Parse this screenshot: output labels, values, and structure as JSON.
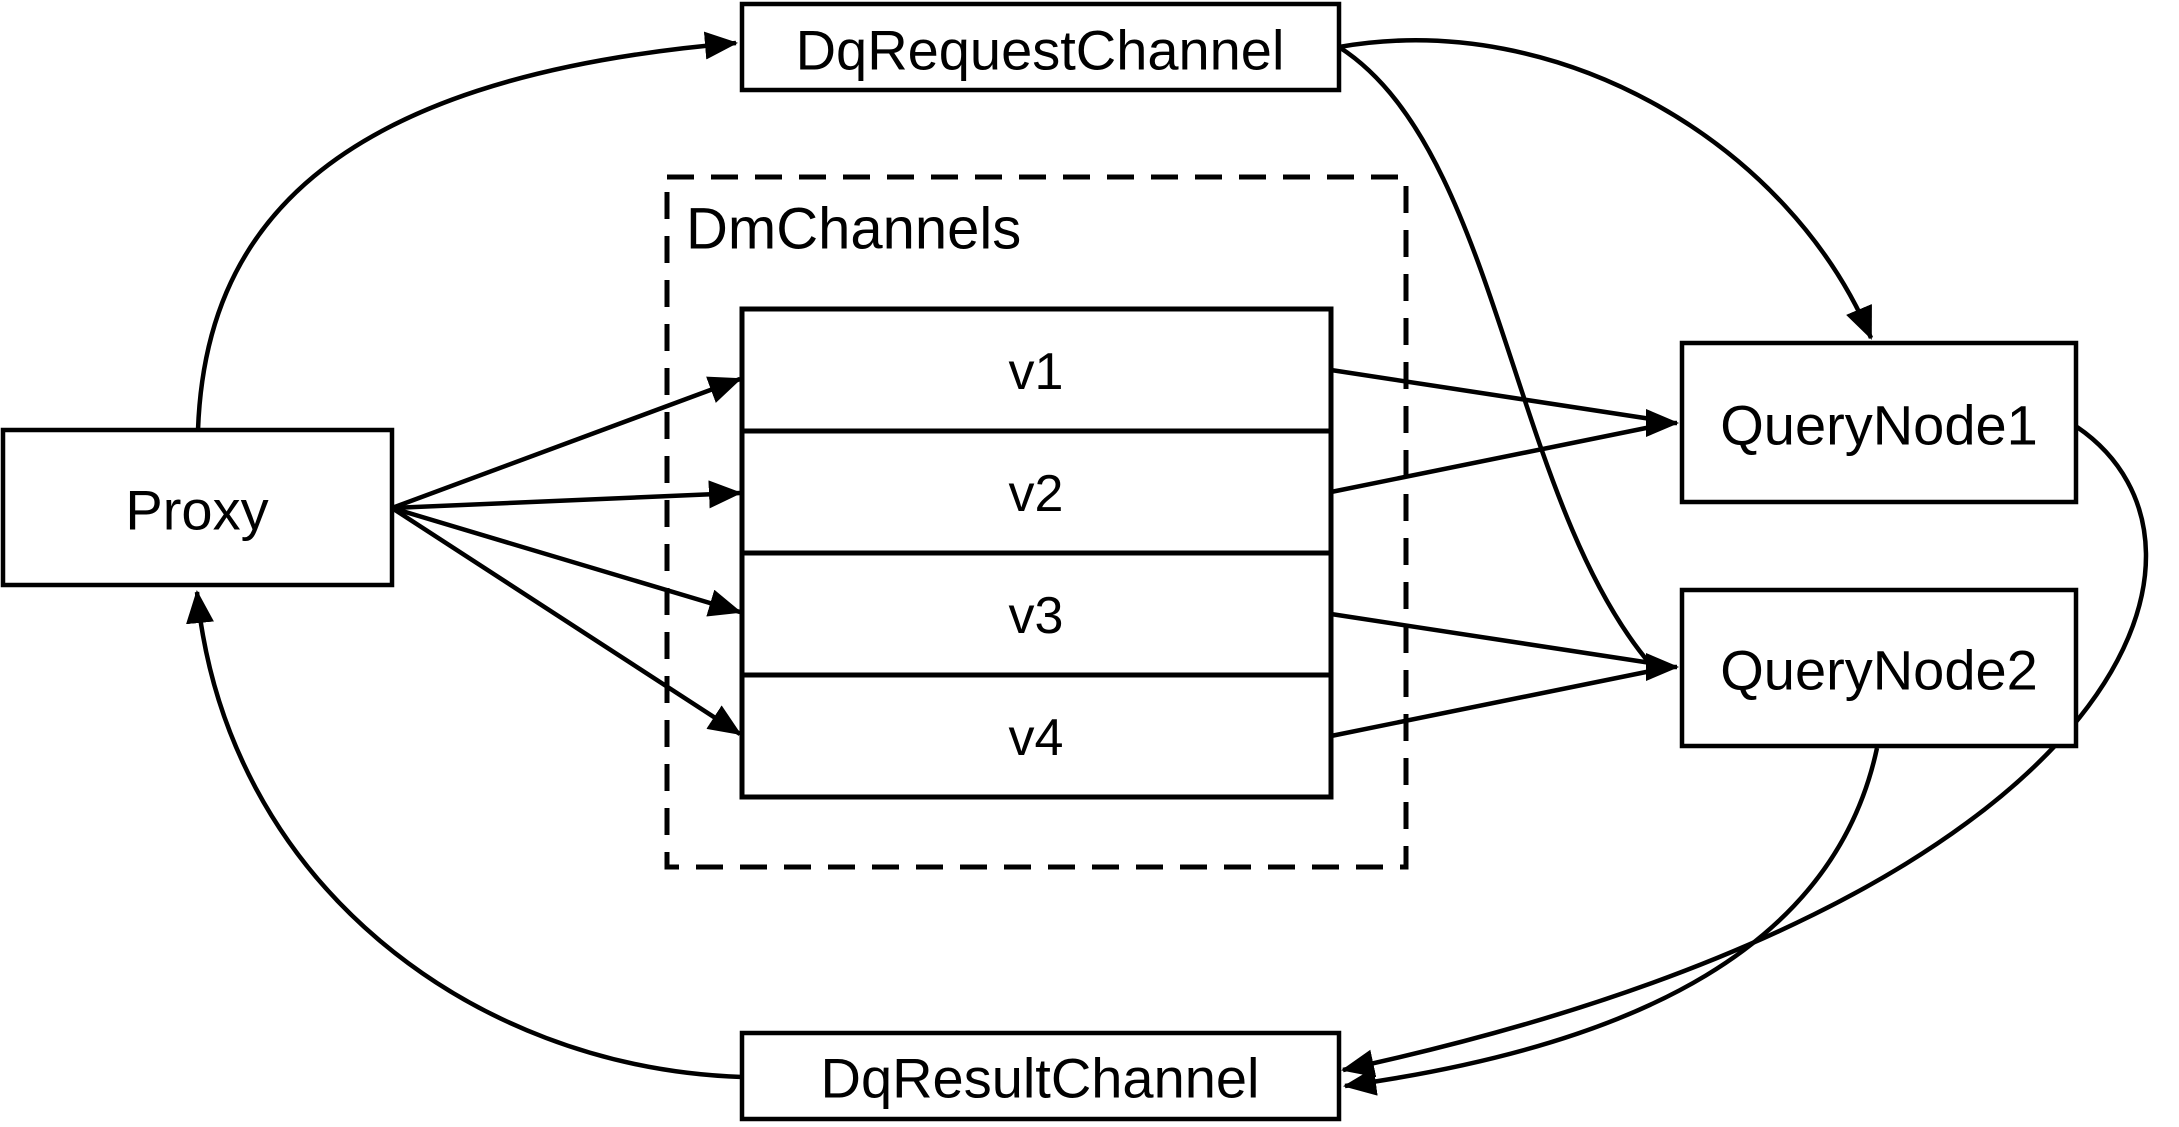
{
  "diagram": {
    "background_color": "#ffffff",
    "line_color": "#000000",
    "nodes": {
      "proxy": {
        "label": "Proxy"
      },
      "dq_request_channel": {
        "label": "DqRequestChannel"
      },
      "dm_channels_group": {
        "label": "DmChannels"
      },
      "channels": [
        {
          "label": "v1"
        },
        {
          "label": "v2"
        },
        {
          "label": "v3"
        },
        {
          "label": "v4"
        }
      ],
      "query_node1": {
        "label": "QueryNode1"
      },
      "query_node2": {
        "label": "QueryNode2"
      },
      "dq_result_channel": {
        "label": "DqResultChannel"
      }
    },
    "edges": [
      {
        "from": "Proxy",
        "to": "DqRequestChannel"
      },
      {
        "from": "Proxy",
        "to": "v1"
      },
      {
        "from": "Proxy",
        "to": "v2"
      },
      {
        "from": "Proxy",
        "to": "v3"
      },
      {
        "from": "Proxy",
        "to": "v4"
      },
      {
        "from": "DqRequestChannel",
        "to": "QueryNode1"
      },
      {
        "from": "DqRequestChannel",
        "to": "QueryNode2"
      },
      {
        "from": "v1",
        "to": "QueryNode1"
      },
      {
        "from": "v2",
        "to": "QueryNode1"
      },
      {
        "from": "v3",
        "to": "QueryNode2"
      },
      {
        "from": "v4",
        "to": "QueryNode2"
      },
      {
        "from": "QueryNode1",
        "to": "DqResultChannel"
      },
      {
        "from": "QueryNode2",
        "to": "DqResultChannel"
      },
      {
        "from": "DqResultChannel",
        "to": "Proxy"
      }
    ]
  }
}
